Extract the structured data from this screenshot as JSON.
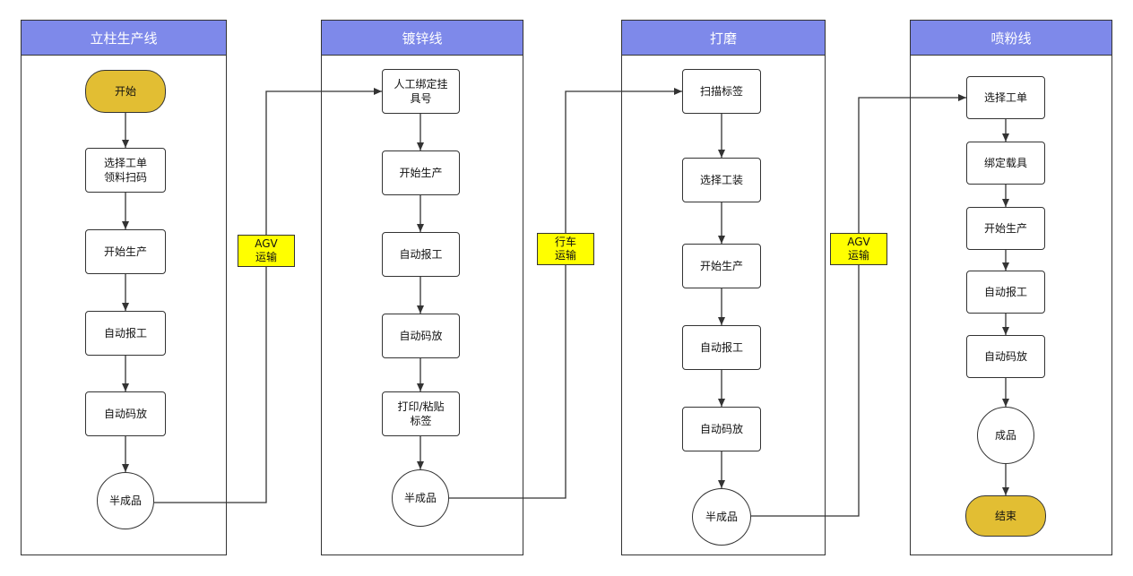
{
  "lanes": [
    {
      "title": "立柱生产线"
    },
    {
      "title": "镀锌线"
    },
    {
      "title": "打磨"
    },
    {
      "title": "喷粉线"
    }
  ],
  "nodes": {
    "l1_start": "开始",
    "l1_select": "选择工单\n领料扫码",
    "l1_produce": "开始生产",
    "l1_report": "自动报工",
    "l1_stack": "自动码放",
    "l1_semi": "半成品",
    "l2_bind": "人工绑定挂\n具号",
    "l2_produce": "开始生产",
    "l2_report": "自动报工",
    "l2_stack": "自动码放",
    "l2_print": "打印/粘贴\n标签",
    "l2_semi": "半成品",
    "l3_scan": "扫描标签",
    "l3_tool": "选择工装",
    "l3_produce": "开始生产",
    "l3_report": "自动报工",
    "l3_stack": "自动码放",
    "l3_semi": "半成品",
    "l4_select": "选择工单",
    "l4_bind": "绑定载具",
    "l4_produce": "开始生产",
    "l4_report": "自动报工",
    "l4_stack": "自动码放",
    "l4_done": "成品",
    "l4_end": "结束"
  },
  "transfers": {
    "agv1": "AGV\n运输",
    "crane": "行车\n运输",
    "agv2": "AGV\n运输"
  },
  "colors": {
    "header": "#7e89ea",
    "terminal": "#e2be33",
    "transfer_label": "#ffff00",
    "line": "#333333"
  }
}
